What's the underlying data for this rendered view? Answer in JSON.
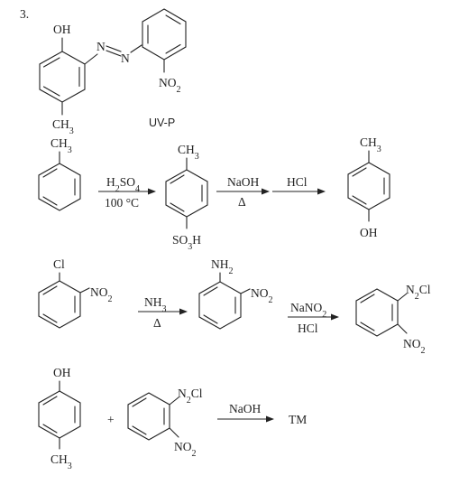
{
  "problem_number": "3.",
  "target": {
    "name": "UV-P",
    "labels": {
      "hydroxyl": "OH",
      "methyl": "CH3",
      "azo_n1": "N",
      "azo_n2": "N",
      "nitro": "NO2"
    }
  },
  "step1": {
    "start": "CH3",
    "reagent_top": "H2SO4",
    "reagent_bottom": "100 °C",
    "intermediate_top": "CH3",
    "intermediate_bottom": "SO3H",
    "reagent2_top": "NaOH",
    "reagent2_bottom": "Δ",
    "reagent3_top": "HCl",
    "product_top": "CH3",
    "product_bottom": "OH"
  },
  "step2": {
    "start_top": "Cl",
    "start_side": "NO2",
    "reagent_top": "NH3",
    "reagent_bottom": "Δ",
    "intermediate_top": "NH2",
    "intermediate_side": "NO2",
    "reagent2_top": "NaNO2",
    "reagent2_bottom": "HCl",
    "product_side1": "N2Cl",
    "product_side2": "NO2"
  },
  "step3": {
    "reactant1_top": "OH",
    "reactant1_bottom": "CH3",
    "plus": "+",
    "reactant2_side1": "N2Cl",
    "reactant2_side2": "NO2",
    "reagent": "NaOH",
    "product": "TM"
  }
}
